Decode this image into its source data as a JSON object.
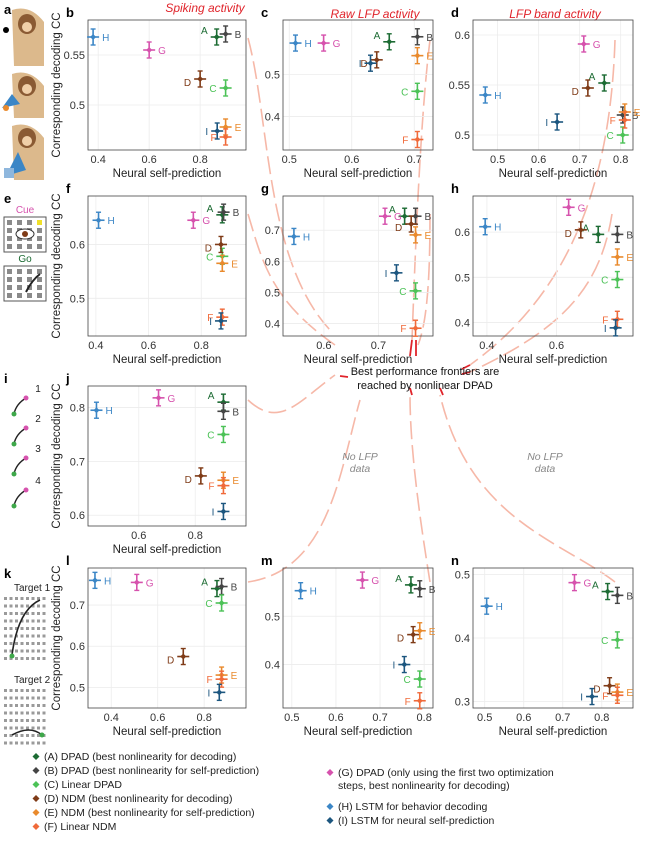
{
  "column_titles": [
    "Spiking activity",
    "Raw LFP activity",
    "LFP band activity"
  ],
  "callout": {
    "line1": "Best performance frontiers are",
    "line2": "reached by nonlinear DPAD"
  },
  "no_lfp": {
    "line1": "No LFP",
    "line2": "data"
  },
  "side": {
    "cue": "Cue",
    "go": "Go",
    "i_numbers": [
      "1",
      "2",
      "3",
      "4"
    ],
    "target1": "Target 1",
    "target2": "Target 2",
    "panel_letters": [
      "a",
      "e",
      "i",
      "k"
    ]
  },
  "colors": {
    "A": "#1c6b33",
    "B": "#454545",
    "C": "#4cc257",
    "D": "#7f3b17",
    "E": "#e98a2d",
    "F": "#f06a3a",
    "G": "#d652ad",
    "H": "#3b86c6",
    "I": "#1c567f",
    "accent_red": "#e0242b",
    "arrow_pink": "#f6b8a8"
  },
  "legend": [
    {
      "key": "A",
      "text": "(A) DPAD (best nonlinearity for decoding)"
    },
    {
      "key": "B",
      "text": "(B) DPAD (best nonlinearity for self-prediction)"
    },
    {
      "key": "C",
      "text": "(C) Linear DPAD"
    },
    {
      "key": "D",
      "text": "(D) NDM (best nonlinearity for decoding)"
    },
    {
      "key": "E",
      "text": "(E) NDM (best nonlinearity for self-prediction)"
    },
    {
      "key": "F",
      "text": "(F) Linear NDM"
    },
    {
      "key": "G",
      "text": "(G) DPAD (only using the first two optimization",
      "text2": "steps, best nonlinearity for decoding)"
    },
    {
      "key": "H",
      "text": "(H) LSTM for behavior decoding"
    },
    {
      "key": "I",
      "text": "(I) LSTM for neural self-prediction"
    }
  ],
  "chart_data": [
    {
      "panel": "b",
      "type": "scatter",
      "xlabel": "Neural self-prediction",
      "ylabel": "Corresponding decoding CC",
      "xlim": [
        0.36,
        0.98
      ],
      "ylim": [
        0.455,
        0.585
      ],
      "xticks": [
        0.4,
        0.6,
        0.8
      ],
      "yticks": [
        0.5,
        0.55
      ],
      "points": [
        {
          "k": "A",
          "x": 0.865,
          "y": 0.568
        },
        {
          "k": "B",
          "x": 0.9,
          "y": 0.571
        },
        {
          "k": "C",
          "x": 0.9,
          "y": 0.517
        },
        {
          "k": "D",
          "x": 0.8,
          "y": 0.526
        },
        {
          "k": "E",
          "x": 0.9,
          "y": 0.478
        },
        {
          "k": "F",
          "x": 0.9,
          "y": 0.468
        },
        {
          "k": "G",
          "x": 0.6,
          "y": 0.555
        },
        {
          "k": "H",
          "x": 0.38,
          "y": 0.568
        },
        {
          "k": "I",
          "x": 0.867,
          "y": 0.474
        }
      ]
    },
    {
      "panel": "c",
      "type": "scatter",
      "xlabel": "Neural self-prediction",
      "ylabel": "",
      "xlim": [
        0.49,
        0.73
      ],
      "ylim": [
        0.32,
        0.63
      ],
      "xticks": [
        0.5,
        0.6,
        0.7
      ],
      "yticks": [
        0.4,
        0.5
      ],
      "points": [
        {
          "k": "A",
          "x": 0.66,
          "y": 0.578
        },
        {
          "k": "B",
          "x": 0.705,
          "y": 0.59
        },
        {
          "k": "C",
          "x": 0.705,
          "y": 0.46
        },
        {
          "k": "D",
          "x": 0.64,
          "y": 0.535
        },
        {
          "k": "E",
          "x": 0.705,
          "y": 0.545
        },
        {
          "k": "F",
          "x": 0.705,
          "y": 0.345
        },
        {
          "k": "G",
          "x": 0.555,
          "y": 0.575
        },
        {
          "k": "H",
          "x": 0.51,
          "y": 0.575
        },
        {
          "k": "I",
          "x": 0.63,
          "y": 0.527
        }
      ]
    },
    {
      "panel": "d",
      "type": "scatter",
      "xlabel": "Neural self-prediction",
      "ylabel": "",
      "xlim": [
        0.44,
        0.83
      ],
      "ylim": [
        0.485,
        0.615
      ],
      "xticks": [
        0.5,
        0.6,
        0.7,
        0.8
      ],
      "yticks": [
        0.5,
        0.55,
        0.6
      ],
      "points": [
        {
          "k": "A",
          "x": 0.76,
          "y": 0.552
        },
        {
          "k": "B",
          "x": 0.805,
          "y": 0.52
        },
        {
          "k": "C",
          "x": 0.805,
          "y": 0.5
        },
        {
          "k": "D",
          "x": 0.72,
          "y": 0.547
        },
        {
          "k": "E",
          "x": 0.81,
          "y": 0.523
        },
        {
          "k": "F",
          "x": 0.81,
          "y": 0.515
        },
        {
          "k": "G",
          "x": 0.71,
          "y": 0.591
        },
        {
          "k": "H",
          "x": 0.47,
          "y": 0.54
        },
        {
          "k": "I",
          "x": 0.645,
          "y": 0.513
        }
      ]
    },
    {
      "panel": "f",
      "type": "scatter",
      "xlabel": "Neural self-prediction",
      "ylabel": "Corresponding decoding CC",
      "xlim": [
        0.37,
        0.97
      ],
      "ylim": [
        0.43,
        0.69
      ],
      "xticks": [
        0.4,
        0.6,
        0.8
      ],
      "yticks": [
        0.5,
        0.6
      ],
      "points": [
        {
          "k": "A",
          "x": 0.88,
          "y": 0.655
        },
        {
          "k": "B",
          "x": 0.885,
          "y": 0.66
        },
        {
          "k": "C",
          "x": 0.88,
          "y": 0.578
        },
        {
          "k": "D",
          "x": 0.875,
          "y": 0.6
        },
        {
          "k": "E",
          "x": 0.88,
          "y": 0.565
        },
        {
          "k": "F",
          "x": 0.88,
          "y": 0.465
        },
        {
          "k": "G",
          "x": 0.77,
          "y": 0.645
        },
        {
          "k": "H",
          "x": 0.41,
          "y": 0.645
        },
        {
          "k": "I",
          "x": 0.875,
          "y": 0.458
        }
      ]
    },
    {
      "panel": "g",
      "type": "scatter",
      "xlabel": "Neural self-prediction",
      "ylabel": "",
      "xlim": [
        0.525,
        0.8
      ],
      "ylim": [
        0.36,
        0.81
      ],
      "xticks": [
        0.6,
        0.7
      ],
      "yticks": [
        0.4,
        0.5,
        0.6,
        0.7
      ],
      "points": [
        {
          "k": "A",
          "x": 0.748,
          "y": 0.745
        },
        {
          "k": "B",
          "x": 0.768,
          "y": 0.745
        },
        {
          "k": "C",
          "x": 0.768,
          "y": 0.505
        },
        {
          "k": "D",
          "x": 0.76,
          "y": 0.72
        },
        {
          "k": "E",
          "x": 0.768,
          "y": 0.685
        },
        {
          "k": "F",
          "x": 0.768,
          "y": 0.385
        },
        {
          "k": "G",
          "x": 0.712,
          "y": 0.745
        },
        {
          "k": "H",
          "x": 0.545,
          "y": 0.68
        },
        {
          "k": "I",
          "x": 0.733,
          "y": 0.563
        }
      ]
    },
    {
      "panel": "h",
      "type": "scatter",
      "xlabel": "Neural self-prediction",
      "ylabel": "",
      "xlim": [
        0.36,
        0.82
      ],
      "ylim": [
        0.37,
        0.68
      ],
      "xticks": [
        0.4,
        0.6
      ],
      "yticks": [
        0.4,
        0.5,
        0.6
      ],
      "points": [
        {
          "k": "A",
          "x": 0.72,
          "y": 0.595
        },
        {
          "k": "B",
          "x": 0.775,
          "y": 0.595
        },
        {
          "k": "C",
          "x": 0.775,
          "y": 0.495
        },
        {
          "k": "D",
          "x": 0.67,
          "y": 0.605
        },
        {
          "k": "E",
          "x": 0.775,
          "y": 0.545
        },
        {
          "k": "F",
          "x": 0.775,
          "y": 0.407
        },
        {
          "k": "G",
          "x": 0.635,
          "y": 0.655
        },
        {
          "k": "H",
          "x": 0.395,
          "y": 0.612
        },
        {
          "k": "I",
          "x": 0.77,
          "y": 0.388
        }
      ]
    },
    {
      "panel": "j",
      "type": "scatter",
      "xlabel": "Neural self-prediction",
      "ylabel": "Corresponding decoding CC",
      "xlim": [
        0.42,
        0.98
      ],
      "ylim": [
        0.58,
        0.84
      ],
      "xticks": [
        0.6,
        0.8
      ],
      "yticks": [
        0.6,
        0.7,
        0.8
      ],
      "points": [
        {
          "k": "A",
          "x": 0.9,
          "y": 0.81
        },
        {
          "k": "B",
          "x": 0.9,
          "y": 0.793
        },
        {
          "k": "C",
          "x": 0.9,
          "y": 0.75
        },
        {
          "k": "D",
          "x": 0.82,
          "y": 0.673
        },
        {
          "k": "E",
          "x": 0.9,
          "y": 0.665
        },
        {
          "k": "F",
          "x": 0.9,
          "y": 0.655
        },
        {
          "k": "G",
          "x": 0.67,
          "y": 0.818
        },
        {
          "k": "H",
          "x": 0.45,
          "y": 0.795
        },
        {
          "k": "I",
          "x": 0.9,
          "y": 0.607
        }
      ]
    },
    {
      "panel": "l",
      "type": "scatter",
      "xlabel": "Neural self-prediction",
      "ylabel": "Corresponding decoding CC",
      "xlim": [
        0.3,
        0.98
      ],
      "ylim": [
        0.45,
        0.79
      ],
      "xticks": [
        0.4,
        0.6,
        0.8
      ],
      "yticks": [
        0.5,
        0.6,
        0.7
      ],
      "points": [
        {
          "k": "A",
          "x": 0.855,
          "y": 0.74
        },
        {
          "k": "B",
          "x": 0.875,
          "y": 0.745
        },
        {
          "k": "C",
          "x": 0.875,
          "y": 0.705
        },
        {
          "k": "D",
          "x": 0.71,
          "y": 0.575
        },
        {
          "k": "E",
          "x": 0.875,
          "y": 0.53
        },
        {
          "k": "F",
          "x": 0.875,
          "y": 0.52
        },
        {
          "k": "G",
          "x": 0.51,
          "y": 0.755
        },
        {
          "k": "H",
          "x": 0.33,
          "y": 0.76
        },
        {
          "k": "I",
          "x": 0.865,
          "y": 0.488
        }
      ]
    },
    {
      "panel": "m",
      "type": "scatter",
      "xlabel": "Neural self-prediction",
      "ylabel": "",
      "xlim": [
        0.48,
        0.82
      ],
      "ylim": [
        0.31,
        0.6
      ],
      "xticks": [
        0.5,
        0.6,
        0.7,
        0.8
      ],
      "yticks": [
        0.4,
        0.5
      ],
      "points": [
        {
          "k": "A",
          "x": 0.77,
          "y": 0.565
        },
        {
          "k": "B",
          "x": 0.79,
          "y": 0.557
        },
        {
          "k": "C",
          "x": 0.79,
          "y": 0.37
        },
        {
          "k": "D",
          "x": 0.775,
          "y": 0.462
        },
        {
          "k": "E",
          "x": 0.79,
          "y": 0.47
        },
        {
          "k": "F",
          "x": 0.79,
          "y": 0.325
        },
        {
          "k": "G",
          "x": 0.66,
          "y": 0.575
        },
        {
          "k": "H",
          "x": 0.52,
          "y": 0.553
        },
        {
          "k": "I",
          "x": 0.755,
          "y": 0.4
        }
      ]
    },
    {
      "panel": "n",
      "type": "scatter",
      "xlabel": "Neural self-prediction",
      "ylabel": "",
      "xlim": [
        0.47,
        0.88
      ],
      "ylim": [
        0.29,
        0.51
      ],
      "xticks": [
        0.5,
        0.6,
        0.7,
        0.8
      ],
      "yticks": [
        0.3,
        0.4,
        0.5
      ],
      "points": [
        {
          "k": "A",
          "x": 0.815,
          "y": 0.473
        },
        {
          "k": "B",
          "x": 0.84,
          "y": 0.467
        },
        {
          "k": "C",
          "x": 0.84,
          "y": 0.397
        },
        {
          "k": "D",
          "x": 0.82,
          "y": 0.325
        },
        {
          "k": "E",
          "x": 0.84,
          "y": 0.315
        },
        {
          "k": "F",
          "x": 0.84,
          "y": 0.31
        },
        {
          "k": "G",
          "x": 0.73,
          "y": 0.487
        },
        {
          "k": "H",
          "x": 0.505,
          "y": 0.45
        },
        {
          "k": "I",
          "x": 0.775,
          "y": 0.308
        }
      ]
    }
  ]
}
